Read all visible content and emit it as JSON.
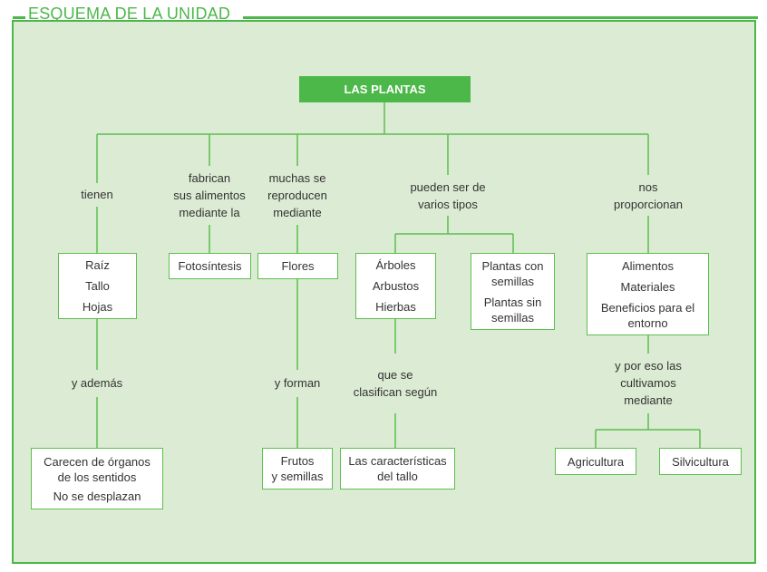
{
  "header": {
    "title": "ESQUEMA DE LA UNIDAD"
  },
  "root": {
    "label": "LAS PLANTAS"
  },
  "connectors": {
    "tienen": "tienen",
    "fabrican": [
      "fabrican",
      "sus alimentos",
      "mediante la"
    ],
    "reproducen": [
      "muchas se",
      "reproducen",
      "mediante"
    ],
    "tipos": [
      "pueden ser de",
      "varios tipos"
    ],
    "proporcionan": [
      "nos",
      "proporcionan"
    ],
    "ademas": "y además",
    "forman": "y forman",
    "clasifican": [
      "que se",
      "clasifican según"
    ],
    "cultivamos": [
      "y por eso las",
      "cultivamos",
      "mediante"
    ]
  },
  "boxes": {
    "partes": [
      "Raíz",
      "Tallo",
      "Hojas"
    ],
    "fotosintesis": "Fotosíntesis",
    "flores": "Flores",
    "arboles": [
      "Árboles",
      "Arbustos",
      "Hierbas"
    ],
    "semillas": [
      "Plantas con",
      "semillas",
      "Plantas sin",
      "semillas"
    ],
    "beneficios": [
      "Alimentos",
      "Materiales",
      "Beneficios para el",
      "entorno"
    ],
    "organos": [
      "Carecen de órganos",
      "de los sentidos",
      "No se desplazan"
    ],
    "frutos": [
      "Frutos",
      "y semillas"
    ],
    "caracteristicas": [
      "Las características",
      "del tallo"
    ],
    "agricultura": "Agricultura",
    "silvicultura": "Silvicultura"
  }
}
